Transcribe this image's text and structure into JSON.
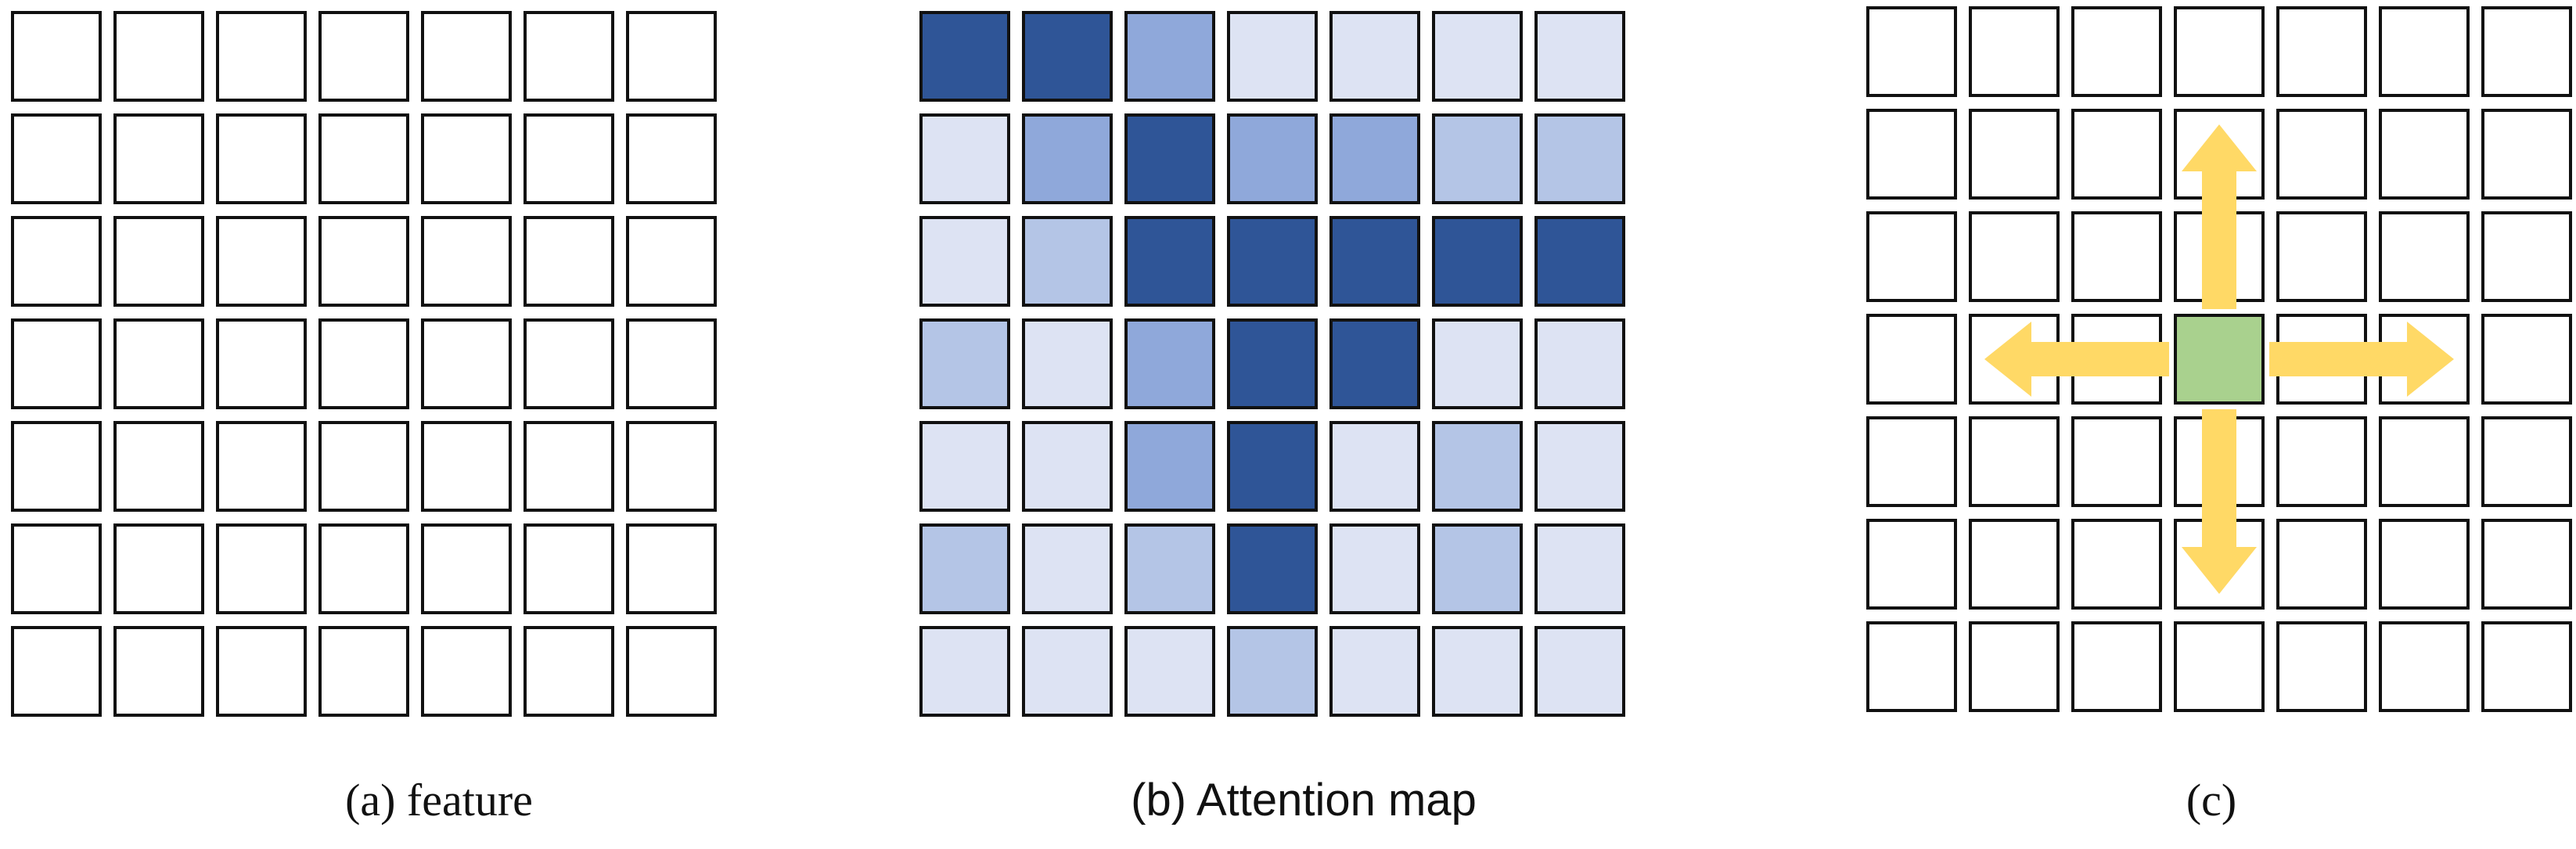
{
  "captions": {
    "a": "(a) feature",
    "b": "(b) Attention map",
    "c": "(c)"
  },
  "colors": {
    "outline": "#111111",
    "empty": "#ffffff",
    "attention": [
      "#dde3f3",
      "#b4c5e6",
      "#8fa8da",
      "#2f5597"
    ],
    "center": "#a9d18e",
    "arrow": "#ffd966"
  },
  "grids": {
    "rows": 7,
    "cols": 7,
    "attention_levels": [
      [
        3,
        3,
        2,
        0,
        0,
        0,
        0
      ],
      [
        0,
        2,
        3,
        2,
        2,
        1,
        1
      ],
      [
        0,
        1,
        3,
        3,
        3,
        3,
        3
      ],
      [
        1,
        0,
        2,
        3,
        3,
        0,
        0
      ],
      [
        0,
        0,
        2,
        3,
        0,
        1,
        0
      ],
      [
        1,
        0,
        1,
        3,
        0,
        1,
        0
      ],
      [
        0,
        0,
        0,
        1,
        0,
        0,
        0
      ]
    ],
    "center_cell": [
      3,
      3
    ],
    "arrows": [
      "up",
      "down",
      "left",
      "right"
    ]
  }
}
